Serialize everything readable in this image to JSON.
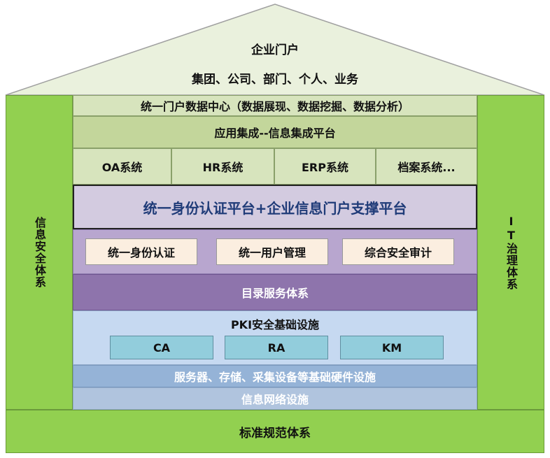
{
  "roof": {
    "title": "企业门户",
    "subtitle": "集团、公司、部门、个人、业务"
  },
  "left_pillar": {
    "label": "信息安全体系"
  },
  "right_pillar": {
    "label": "IT治理体系"
  },
  "layers": {
    "portal_data_center": "统一门户数据中心（数据展现、数据挖掘、数据分析）",
    "app_integration": "应用集成--信息集成平台",
    "systems": [
      "OA系统",
      "HR系统",
      "ERP系统",
      "档案系统..."
    ],
    "platform": "统一身份认证平台+企业信息门户支撑平台",
    "auth_modules": [
      "统一身份认证",
      "统一用户管理",
      "综合安全审计"
    ],
    "directory": "目录服务体系",
    "pki": {
      "title": "PKI安全基础设施",
      "items": [
        "CA",
        "RA",
        "KM"
      ]
    },
    "hardware": "服务器、存储、采集设备等基础硬件设施",
    "network": "信息网络设施"
  },
  "base": {
    "label": "标准规范体系"
  },
  "colors": {
    "pillar_green": "#92d050",
    "band_green": "#d7e4bd",
    "platform_purple": "#d3cbe0",
    "directory_purple": "#8e74ac",
    "pki_blue": "#c6d9f1",
    "pki_box_teal": "#92cddc",
    "hardware_blue": "#95b3d7"
  }
}
